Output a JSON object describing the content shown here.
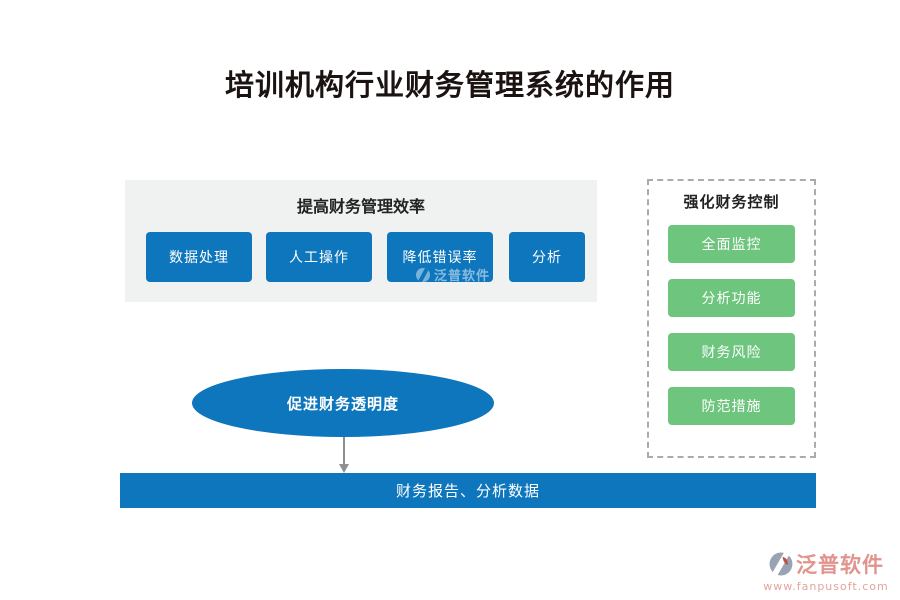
{
  "page": {
    "title": "培训机构行业财务管理系统的作用"
  },
  "efficiency_panel": {
    "title": "提高财务管理效率",
    "items": [
      {
        "label": "数据处理"
      },
      {
        "label": "人工操作"
      },
      {
        "label": "降低错误率"
      },
      {
        "label": "分析"
      }
    ]
  },
  "control_panel": {
    "title": "强化财务控制",
    "items": [
      {
        "label": "全面监控"
      },
      {
        "label": "分析功能"
      },
      {
        "label": "财务风险"
      },
      {
        "label": "防范措施"
      }
    ]
  },
  "transparency_ellipse": {
    "label": "促进财务透明度"
  },
  "output_bar": {
    "label": "财务报告、分析数据"
  },
  "watermark": {
    "brand": "泛普软件"
  },
  "footer_logo": {
    "brand": "泛普软件",
    "url": "www.fanpusoft.com"
  },
  "colors": {
    "primary_blue": "#0d76bc",
    "green": "#6ec57e",
    "panel_gray": "#f0f1f1",
    "dashed_border": "#ababab",
    "arrow_gray": "#8f8f8f",
    "brand_salmon": "#e0948d",
    "brand_url_color": "#e2a49d",
    "title_color": "#1b1212"
  }
}
